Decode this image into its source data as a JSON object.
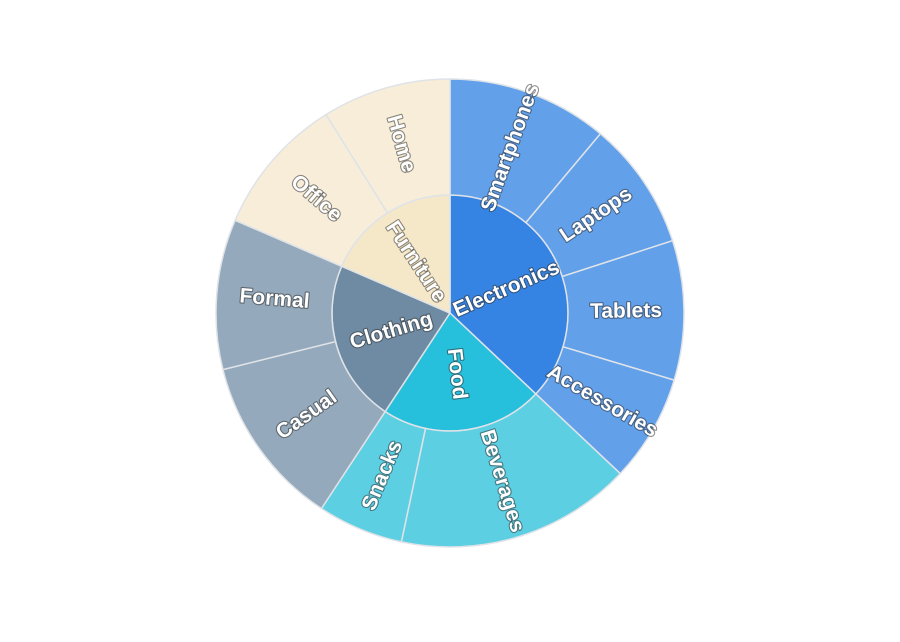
{
  "chart_data": {
    "type": "sunburst",
    "title": "",
    "nodes": [
      {
        "name": "Electronics",
        "value": 50,
        "color": "#3584e4",
        "children": [
          {
            "name": "Smartphones",
            "value": 15,
            "color": "#62a0ea"
          },
          {
            "name": "Laptops",
            "value": 12,
            "color": "#62a0ea"
          },
          {
            "name": "Tablets",
            "value": 13,
            "color": "#62a0ea"
          },
          {
            "name": "Accessories",
            "value": 10,
            "color": "#62a0ea"
          }
        ]
      },
      {
        "name": "Food",
        "value": 30,
        "color": "#26bfdc",
        "children": [
          {
            "name": "Beverages",
            "value": 22,
            "color": "#5ccfe3"
          },
          {
            "name": "Snacks",
            "value": 8,
            "color": "#5ccfe3"
          }
        ]
      },
      {
        "name": "Clothing",
        "value": 30,
        "color": "#6e8ba3",
        "children": [
          {
            "name": "Casual",
            "value": 16,
            "color": "#94a9bb"
          },
          {
            "name": "Formal",
            "value": 14,
            "color": "#94a9bb"
          }
        ]
      },
      {
        "name": "Furniture",
        "value": 25,
        "color": "#f5e8c9",
        "children": [
          {
            "name": "Office",
            "value": 13,
            "color": "#f7edd9"
          },
          {
            "name": "Home",
            "value": 12,
            "color": "#f7edd9"
          }
        ]
      }
    ]
  }
}
